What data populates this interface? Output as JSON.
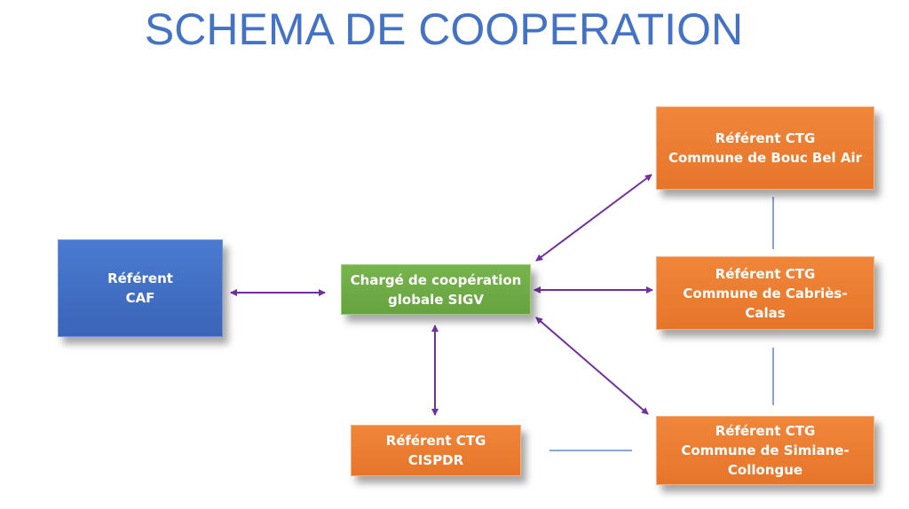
{
  "title": "SCHEMA DE COOPERATION",
  "nodes": {
    "caf": {
      "line1": "Référent",
      "line2": "CAF"
    },
    "sigv": {
      "line1": "Chargé de coopération",
      "line2": "globale SIGV"
    },
    "bouc": {
      "line1": "Référent CTG",
      "line2": "Commune de Bouc Bel Air"
    },
    "cabries": {
      "line1": "Référent CTG",
      "line2": "Commune de Cabriès-",
      "line3": "Calas"
    },
    "simiane": {
      "line1": "Référent CTG",
      "line2": "Commune de Simiane-",
      "line3": "Collongue"
    },
    "cispdr": {
      "line1": "Référent CTG",
      "line2": "CISPDR"
    }
  },
  "colors": {
    "title": "#4472c4",
    "arrow": "#7030a0",
    "line": "#4472c4",
    "blue": "#4472c4",
    "green": "#70ad47",
    "orange": "#ed7d31"
  }
}
